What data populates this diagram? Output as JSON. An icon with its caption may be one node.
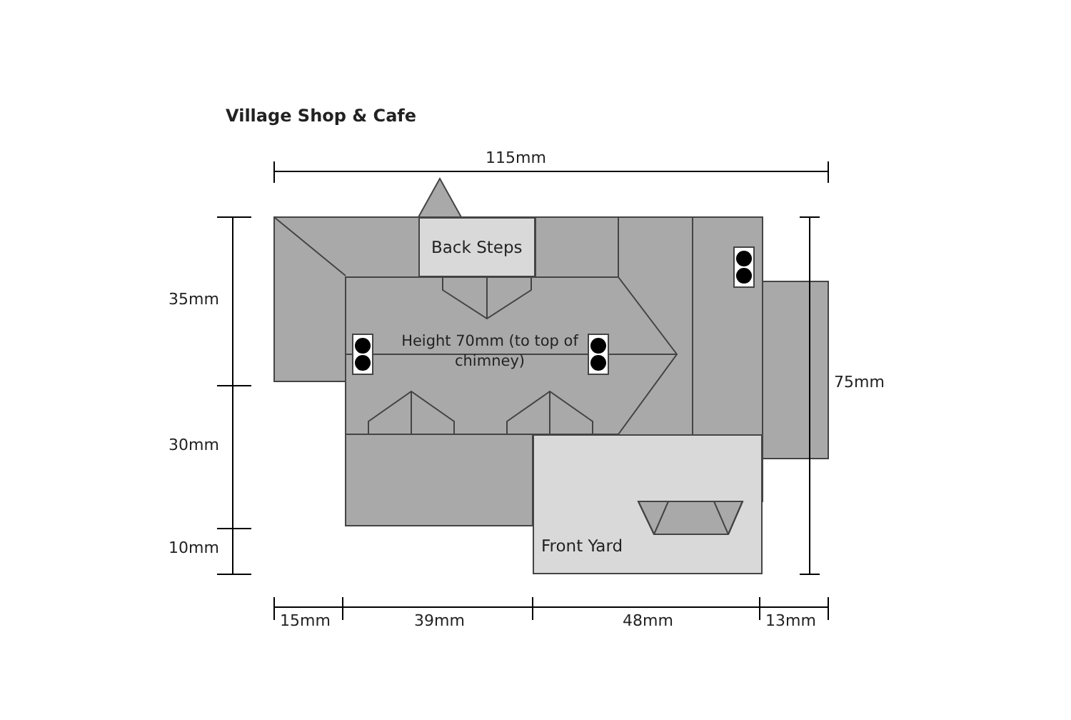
{
  "diagram": {
    "title": "Village Shop & Cafe",
    "nodes": [
      {
        "text": [
          "Back Steps"
        ]
      },
      {
        "text": [
          "Front Yard"
        ]
      }
    ],
    "labels": [
      "115mm",
      "35mm",
      "Height 70mm (to top of chimney)",
      "75mm",
      "30mm",
      "10mm",
      "15mm",
      "39mm",
      "48mm",
      "13mm"
    ]
  }
}
